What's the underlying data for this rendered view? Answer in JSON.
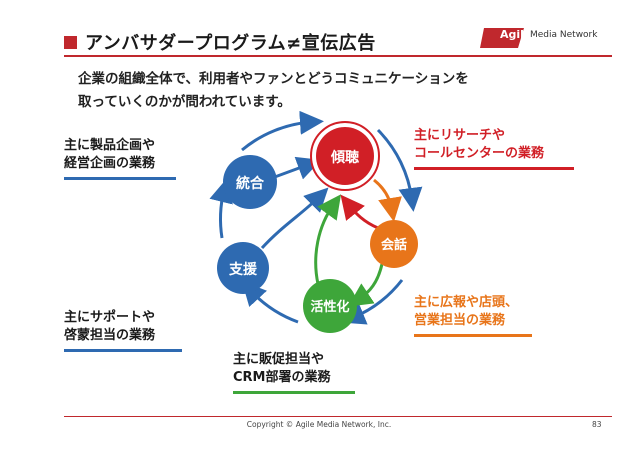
{
  "header": {
    "title": "アンバサダープログラム≠宣伝広告",
    "accent": "#c0282d"
  },
  "logo": {
    "part1": "Agile",
    "part2": "Media Network"
  },
  "intro": {
    "line1": "企業の組織全体で、利用者やファンとどうコミュニケーションを",
    "line2": "取っていくのかが問われています。"
  },
  "cycle": {
    "listen": {
      "label": "傾聴",
      "color": "#d11f26"
    },
    "conversation": {
      "label": "会話",
      "color": "#e8751a"
    },
    "activate": {
      "label": "活性化",
      "color": "#3ea63a"
    },
    "support": {
      "label": "支援",
      "color": "#2e6ab1"
    },
    "integrate": {
      "label": "統合",
      "color": "#2e6ab1"
    }
  },
  "callouts": {
    "plan": {
      "line1": "主に製品企画や",
      "line2": "経営企画の業務"
    },
    "research": {
      "line1": "主にリサーチや",
      "line2": "コールセンターの業務"
    },
    "support": {
      "line1": "主にサポートや",
      "line2": "啓蒙担当の業務"
    },
    "pr": {
      "line1": "主に広報や店頭、",
      "line2": "営業担当の業務"
    },
    "sales": {
      "line1": "主に販促担当や",
      "line2": "CRM部署の業務"
    }
  },
  "footer": {
    "copyright": "Copyright © Agile Media Network, Inc.",
    "page": "83"
  }
}
